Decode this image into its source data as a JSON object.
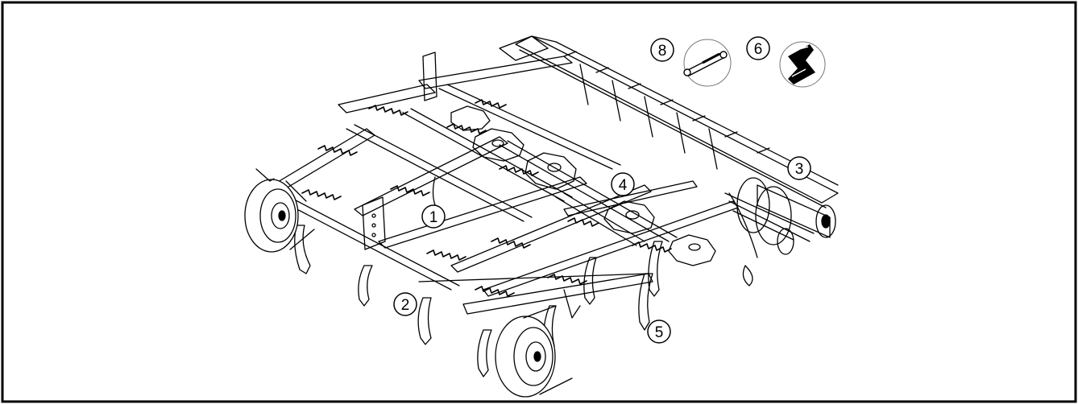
{
  "callouts": [
    {
      "id": "c1",
      "label": "1",
      "name": "callout-1"
    },
    {
      "id": "c2",
      "label": "2",
      "name": "callout-2"
    },
    {
      "id": "c3",
      "label": "3",
      "name": "callout-3"
    },
    {
      "id": "c4",
      "label": "4",
      "name": "callout-4"
    },
    {
      "id": "c5",
      "label": "5",
      "name": "callout-5"
    },
    {
      "id": "c6",
      "label": "6",
      "name": "callout-6"
    },
    {
      "id": "c8",
      "label": "8",
      "name": "callout-8"
    }
  ],
  "colors": {
    "line": "#000000",
    "background": "#ffffff",
    "shade": "#6f6f6f"
  }
}
